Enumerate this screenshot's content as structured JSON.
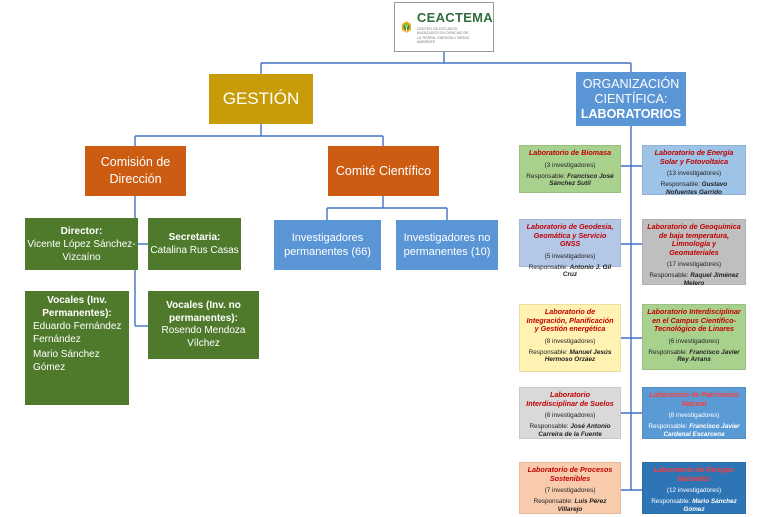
{
  "logo": {
    "name": "CEACTEMA",
    "subtitle": "CENTRO DE ESTUDIOS AVANZADOS EN CIENCIAS DE LA TIERRA, ENERGÍA Y MEDIO AMBIENTE"
  },
  "gestion": {
    "label": "GESTIÓN",
    "comision": "Comisión de Dirección",
    "director_title": "Director:",
    "director_name": "Vicente López Sánchez-Vizcaíno",
    "secretaria_title": "Secretaria:",
    "secretaria_name": "Catalina Rus Casas",
    "vocales_p_title": "Vocales (Inv. Permanentes):",
    "vocales_p_1": "Eduardo Fernández Fernández",
    "vocales_p_2": "Mario Sánchez Gómez",
    "vocales_np_title": "Vocales (Inv. no permanentes):",
    "vocales_np_name": "Rosendo Mendoza Vílchez",
    "comite": "Comité Científico",
    "inv_perm": "Investigadores permanentes (66)",
    "inv_noperm": "Investigadores no permanentes (10)"
  },
  "org": {
    "line1": "ORGANIZACIÓN",
    "line2": "CIENTÍFICA:",
    "line3": "LABORATORIOS"
  },
  "labs": [
    {
      "title": "Laboratorio de Biomasa",
      "count": "(3 investigadores)",
      "resp_label": "Responsable:",
      "resp_name": "Francisco José Sánchez Sutil",
      "color": "#a9d18e"
    },
    {
      "title": "Laboratorio de Energía Solar y Fotovoltaica",
      "count": "(13 investigadores)",
      "resp_label": "Responsable:",
      "resp_name": "Gustavo Nofuentes Garrido",
      "color": "#9dc3e6"
    },
    {
      "title": "Laboratorio de Geodesia, Geomática y Servicio GNSS",
      "count": "(5 investigadores)",
      "resp_label": "Responsable:",
      "resp_name": "Antonio J. Gil Cruz",
      "color": "#b4c7e7"
    },
    {
      "title": "Laboratorio de Geoquímica de baja temperatura, Limnología y Geomateriales",
      "count": "(17 investigadores)",
      "resp_label": "Responsable:",
      "resp_name": "Raquel Jiménez Melero",
      "color": "#bfbfbf"
    },
    {
      "title": "Laboratorio de Integración, Planificación y Gestión energética",
      "count": "(8 investigadores)",
      "resp_label": "Responsable:",
      "resp_name": "Manuel Jesús Hermoso Orzáez",
      "color": "#fff2b3"
    },
    {
      "title": "Laboratorio Interdisciplinar en el Campus Científico-Tecnológico de Linares",
      "count": "(6 investigadores)",
      "resp_label": "Responsable:",
      "resp_name": "Francisco Javier Rey Arrans",
      "color": "#a9d18e"
    },
    {
      "title": "Laboratorio Interdisciplinar de Suelos",
      "count": "(6 investigadores)",
      "resp_label": "Responsable:",
      "resp_name": "José Antonio Carreira de la Fuente",
      "color": "#d9d9d9"
    },
    {
      "title": "Laboratorio de Patrimonio Natural",
      "count": "(8 investigadores)",
      "resp_label": "Responsable:",
      "resp_name": "Francisco Javier Cardenal Escarcena",
      "color": "#5b9bd5"
    },
    {
      "title": "Laboratorio de Procesos Sostenibles",
      "count": "(7 investigadores)",
      "resp_label": "Responsable:",
      "resp_name": "Luis Pérez Villarejo",
      "color": "#f8cbad"
    },
    {
      "title": "Laboratorio de Riesgos Naturales",
      "count": "(12 investigadores)",
      "resp_label": "Responsable:",
      "resp_name": "Mario Sánchez Gómez",
      "color": "#2e75b6"
    }
  ]
}
